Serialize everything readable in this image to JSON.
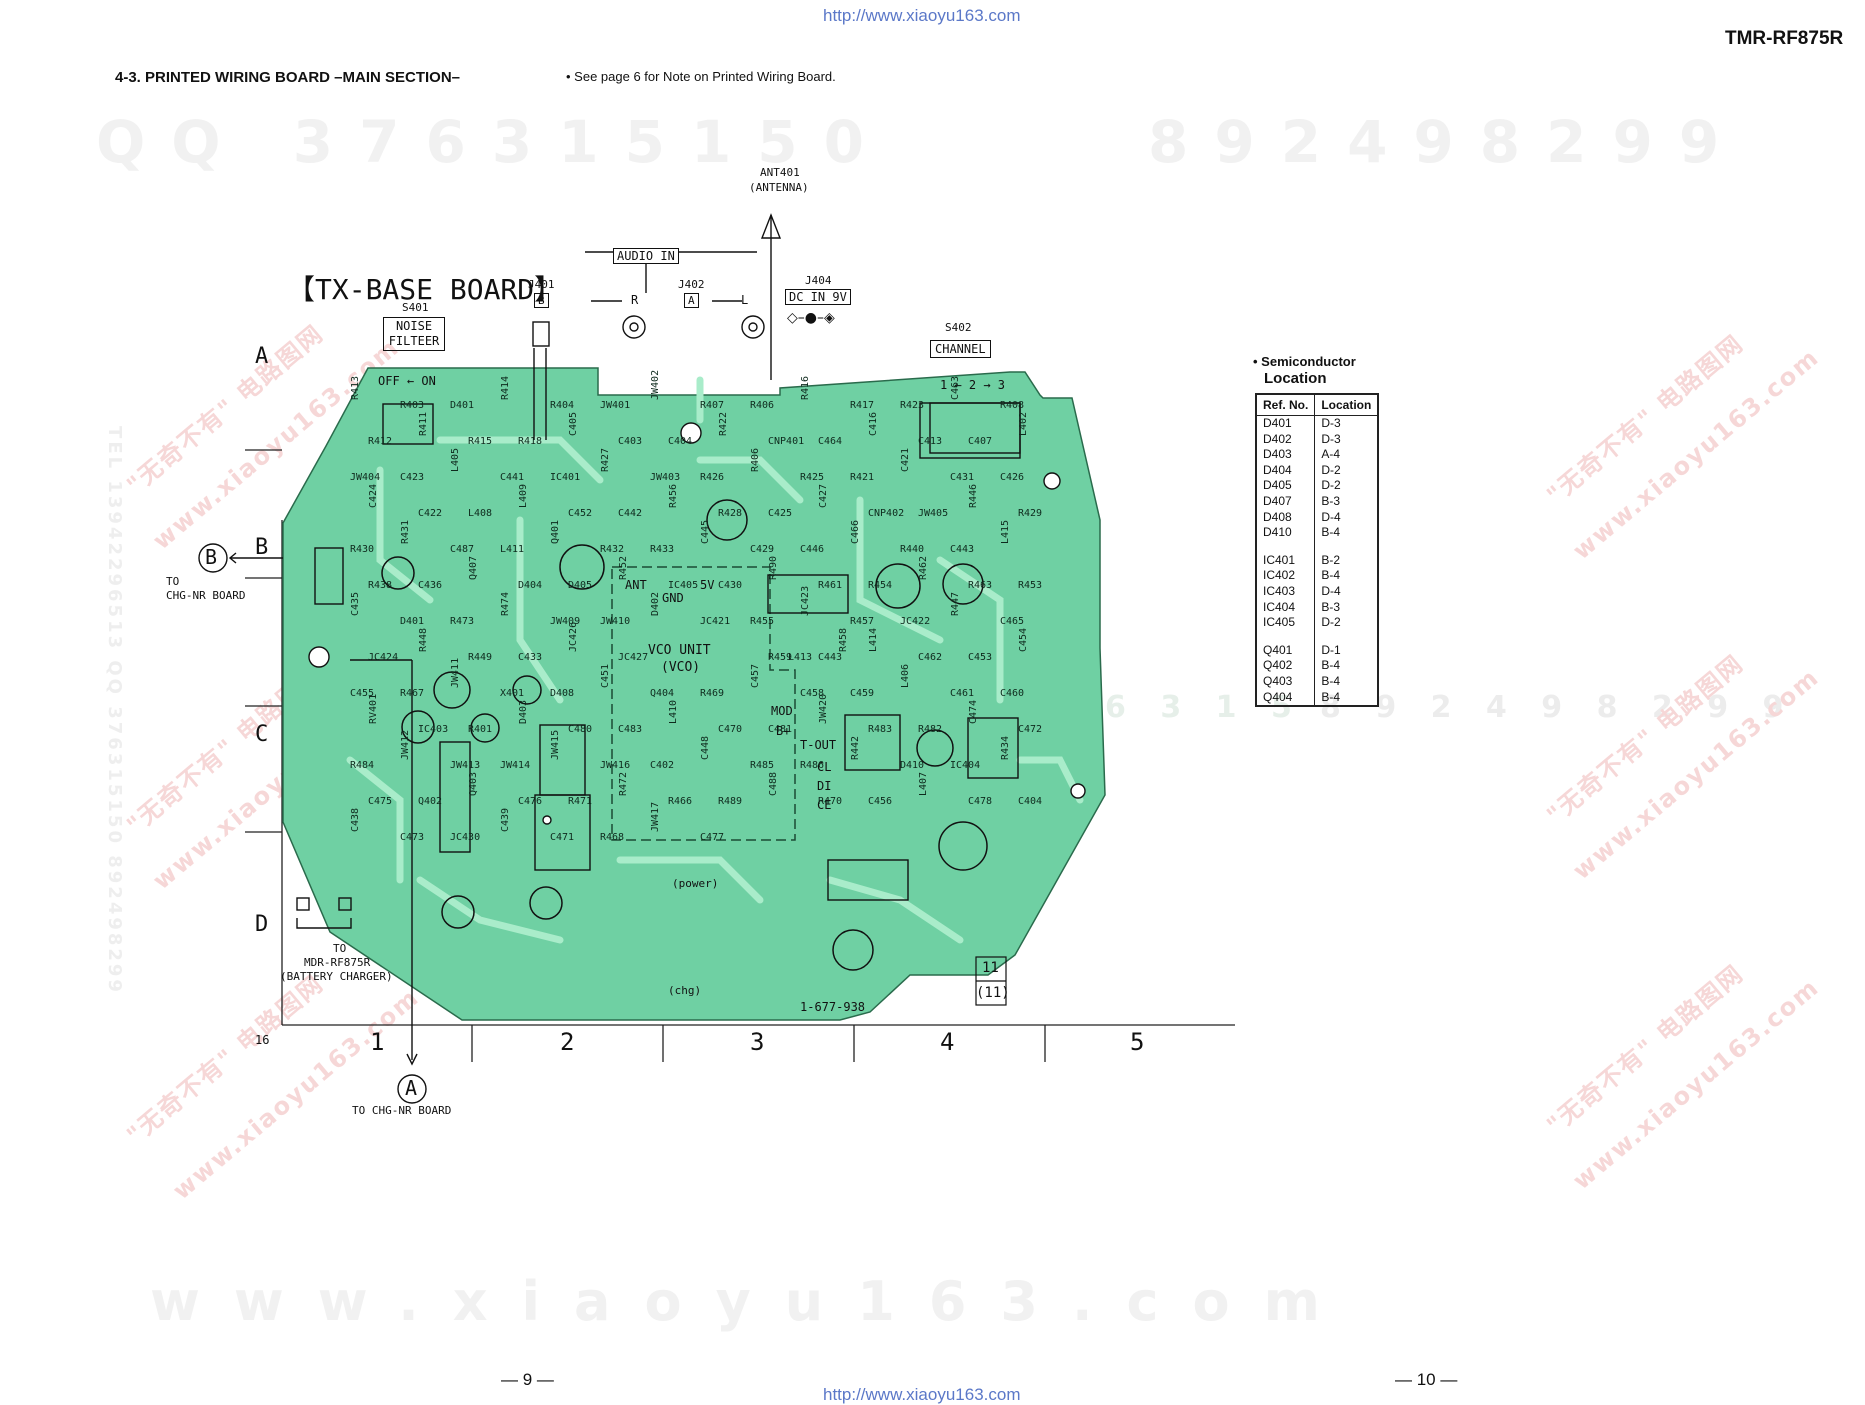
{
  "header": {
    "url_top": "http://www.xiaoyu163.com",
    "model": "TMR-RF875R",
    "section_title": "4-3. PRINTED WIRING BOARD  –MAIN SECTION–",
    "note": "• See page 6 for Note on Printed Wiring Board."
  },
  "watermarks": {
    "qq_line": "QQ 376315150",
    "num_line": "892498299",
    "mid_line_a": "6 3 1 5",
    "mid_line_b": "8 9 2 4 9 8 2 9 9",
    "web_line": "www.xiaoyu163.com",
    "side_text": "TEL 13942296513  QQ 376315150  892498299",
    "diag_a": "\"无奇不有\" 电路图网",
    "diag_b": "www.xiaoyu163.com"
  },
  "board": {
    "name": "【TX-BASE BOARD】",
    "part_number": "1-677-938",
    "revision": "11",
    "revision_paren": "(11)",
    "module": "VCO UNIT",
    "module_sub": "(VCO)",
    "antenna": "ANT401",
    "antenna_sub": "(ANTENNA)",
    "audio_in": "AUDIO IN",
    "j401": "J401",
    "j401_tag": "B",
    "j402": "J402",
    "j402_tag": "A",
    "j402_r": "R",
    "j402_l": "L",
    "j404": "J404",
    "dc_in": "DC IN 9V",
    "s401": "S401",
    "noise": "NOISE",
    "filter": "FILTEER",
    "s402": "S402",
    "channel": "CHANNEL",
    "off_on": "OFF ← ON",
    "channel_pos": "1 ← 2 → 3",
    "left_conn": "B",
    "to_chg_b": "TO",
    "to_chg_b2": "CHG-NR BOARD",
    "bottom_conn": "A",
    "to_chg_a": "TO CHG-NR BOARD",
    "to_mdr": "TO",
    "to_mdr2": "MDR-RF875R",
    "to_mdr3": "(BATTERY CHARGER)",
    "power": "(power)",
    "chg": "(chg)",
    "ant_pin": "ANT",
    "gnd_pin": "GND",
    "v5_pin": "5V",
    "pins": [
      "MOD",
      "B+",
      "T-OUT",
      "CL",
      "DI",
      "CE"
    ],
    "rows": [
      "A",
      "B",
      "C",
      "D"
    ],
    "cols": [
      "1",
      "2",
      "3",
      "4",
      "5"
    ],
    "corner": "16",
    "parts": [
      "R413",
      "R403",
      "D401",
      "R414",
      "R404",
      "JW401",
      "JW402",
      "R407",
      "R406",
      "R416",
      "R417",
      "R423",
      "C463",
      "R408",
      "R412",
      "R411",
      "R415",
      "R418",
      "C405",
      "C403",
      "C404",
      "R422",
      "CNP401",
      "C464",
      "C416",
      "C413",
      "C407",
      "L402",
      "JW404",
      "C423",
      "L405",
      "C441",
      "IC401",
      "R427",
      "JW403",
      "R426",
      "R406",
      "R425",
      "R421",
      "C421",
      "C431",
      "C426",
      "C424",
      "C422",
      "L408",
      "L409",
      "C452",
      "C442",
      "R456",
      "R428",
      "C425",
      "C427",
      "CNP402",
      "JW405",
      "R446",
      "R429",
      "R430",
      "R431",
      "C487",
      "L411",
      "Q401",
      "R432",
      "R433",
      "C445",
      "C429",
      "C446",
      "C466",
      "R440",
      "C443",
      "L415",
      "R438",
      "C436",
      "Q407",
      "D404",
      "D405",
      "R452",
      "IC405",
      "C430",
      "R490",
      "R461",
      "R454",
      "R462",
      "R463",
      "R453",
      "C435",
      "D401",
      "R473",
      "R474",
      "JW409",
      "JW410",
      "D402",
      "JC421",
      "R455",
      "JC423",
      "R457",
      "JC422",
      "R447",
      "C465",
      "JC424",
      "R448",
      "R449",
      "C433",
      "JC426",
      "JC427",
      "L413",
      "R458",
      "R459",
      "C443",
      "L414",
      "C462",
      "C453",
      "C454",
      "C455",
      "R467",
      "JW411",
      "X401",
      "D408",
      "C451",
      "Q404",
      "R469",
      "C457",
      "C458",
      "C459",
      "L406",
      "C461",
      "C460",
      "RV401",
      "IC403",
      "R401",
      "D403",
      "C480",
      "C483",
      "L410",
      "C470",
      "C481",
      "JW420",
      "R483",
      "R482",
      "C474",
      "C472",
      "R484",
      "JW412",
      "JW413",
      "JW414",
      "JW415",
      "JW416",
      "C402",
      "C448",
      "R485",
      "R486",
      "R442",
      "D410",
      "IC404",
      "R434",
      "C475",
      "Q402",
      "Q403",
      "C476",
      "R471",
      "R472",
      "R466",
      "R489",
      "C488",
      "R470",
      "C456",
      "L407",
      "C478",
      "C404",
      "C438",
      "C473",
      "JC430",
      "C439",
      "C471",
      "R468",
      "JW417",
      "C477"
    ]
  },
  "semiconductor": {
    "title": "• Semiconductor",
    "subtitle": "Location",
    "col_ref": "Ref. No.",
    "col_loc": "Location",
    "groups": [
      [
        [
          "D401",
          "D-3"
        ],
        [
          "D402",
          "D-3"
        ],
        [
          "D403",
          "A-4"
        ],
        [
          "D404",
          "D-2"
        ],
        [
          "D405",
          "D-2"
        ],
        [
          "D407",
          "B-3"
        ],
        [
          "D408",
          "D-4"
        ],
        [
          "D410",
          "B-4"
        ]
      ],
      [
        [
          "IC401",
          "B-2"
        ],
        [
          "IC402",
          "B-4"
        ],
        [
          "IC403",
          "D-4"
        ],
        [
          "IC404",
          "B-3"
        ],
        [
          "IC405",
          "D-2"
        ]
      ],
      [
        [
          "Q401",
          "D-1"
        ],
        [
          "Q402",
          "B-4"
        ],
        [
          "Q403",
          "B-4"
        ],
        [
          "Q404",
          "B-4"
        ]
      ]
    ]
  },
  "footer": {
    "page_left": "— 9 —",
    "page_right": "— 10 —",
    "url_bottom": "http://www.xiaoyu163.com"
  },
  "colors": {
    "pcb": "#6fd0a3",
    "pcb_trace": "#9fe6c3",
    "ink": "#111111"
  }
}
